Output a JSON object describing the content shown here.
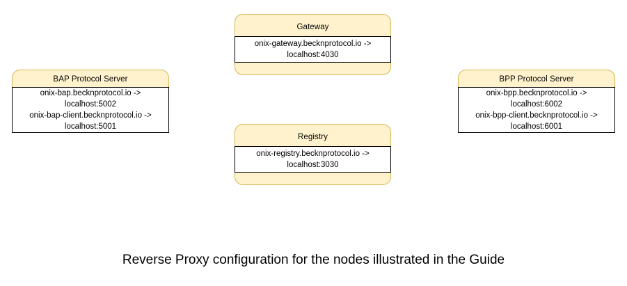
{
  "diagram": {
    "background_color": "#ffffff",
    "node_fill_color": "#fff2cc",
    "node_border_color": "#d6b656",
    "panel_fill_color": "#ffffff",
    "panel_border_color": "#000000",
    "caption": "Reverse Proxy configuration for the nodes illustrated in the Guide",
    "nodes": [
      {
        "id": "gateway",
        "title": "Gateway",
        "lines": [
          "onix-gateway.becknprotocol.io ->",
          "localhost:4030"
        ]
      },
      {
        "id": "registry",
        "title": "Registry",
        "lines": [
          "onix-registry.becknprotocol.io ->",
          "localhost:3030"
        ]
      },
      {
        "id": "bap",
        "title": "BAP Protocol Server",
        "lines": [
          "onix-bap.becknprotocol.io ->",
          "localhost:5002",
          "onix-bap-client.becknprotocol.io ->",
          "localhost:5001"
        ]
      },
      {
        "id": "bpp",
        "title": "BPP Protocol Server",
        "lines": [
          "onix-bpp.becknprotocol.io ->",
          "localhost:6002",
          "onix-bpp-client.becknprotocol.io ->",
          "localhost:6001"
        ]
      }
    ]
  }
}
